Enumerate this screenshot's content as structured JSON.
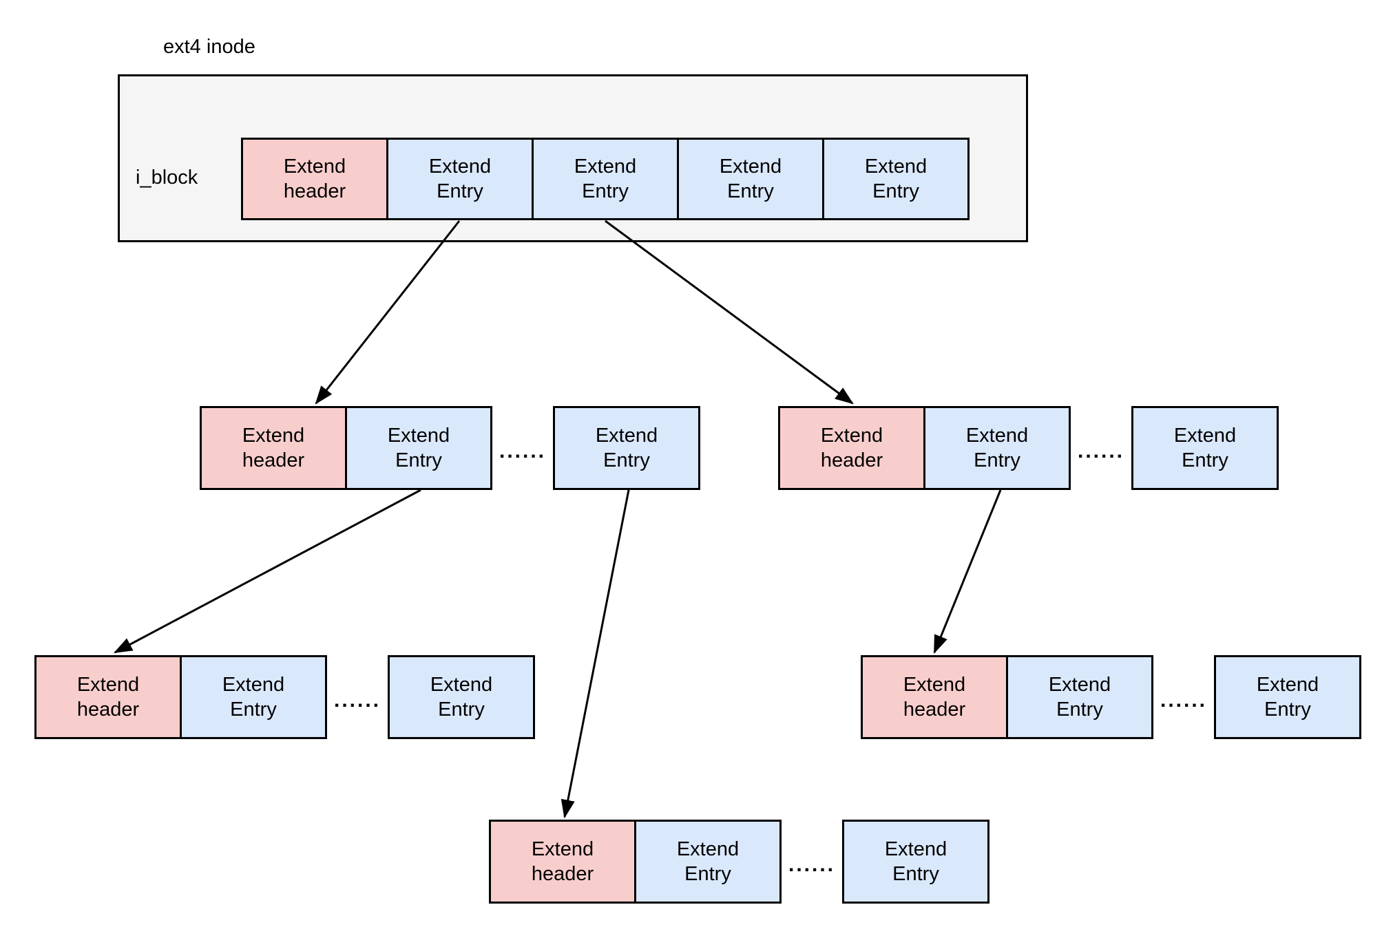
{
  "diagram": {
    "title": "ext4 inode",
    "i_block_label": "i_block",
    "colors": {
      "header_fill": "#f8cecc",
      "entry_fill": "#dae8fc",
      "inode_fill": "#f5f5f5",
      "stroke": "#000000",
      "bg": "#ffffff"
    },
    "nodes": [
      {
        "id": "root-i-block",
        "cells": [
          "Extend header",
          "Extend Entry",
          "Extend Entry",
          "Extend Entry",
          "Extend Entry"
        ]
      },
      {
        "id": "level2-left",
        "cells": [
          "Extend header",
          "Extend Entry"
        ],
        "ellipsis_text": "......",
        "trailing_cell": "Extend Entry"
      },
      {
        "id": "level2-right",
        "cells": [
          "Extend header",
          "Extend Entry"
        ],
        "ellipsis_text": "......",
        "trailing_cell": "Extend Entry"
      },
      {
        "id": "level3-left",
        "cells": [
          "Extend header",
          "Extend Entry"
        ],
        "ellipsis_text": "......",
        "trailing_cell": "Extend Entry"
      },
      {
        "id": "level3-right",
        "cells": [
          "Extend header",
          "Extend Entry"
        ],
        "ellipsis_text": "......",
        "trailing_cell": "Extend Entry"
      },
      {
        "id": "level3-bottom",
        "cells": [
          "Extend header",
          "Extend Entry"
        ],
        "ellipsis_text": "......",
        "trailing_cell": "Extend Entry"
      }
    ],
    "edges": [
      {
        "from": "root-i-block.entry-1",
        "to": "level2-left.header"
      },
      {
        "from": "root-i-block.entry-2",
        "to": "level2-right.header"
      },
      {
        "from": "level2-left.entry-1",
        "to": "level3-left.header"
      },
      {
        "from": "level2-left.trailing",
        "to": "level3-bottom.header"
      },
      {
        "from": "level2-right.entry-1",
        "to": "level3-right.header"
      }
    ]
  }
}
